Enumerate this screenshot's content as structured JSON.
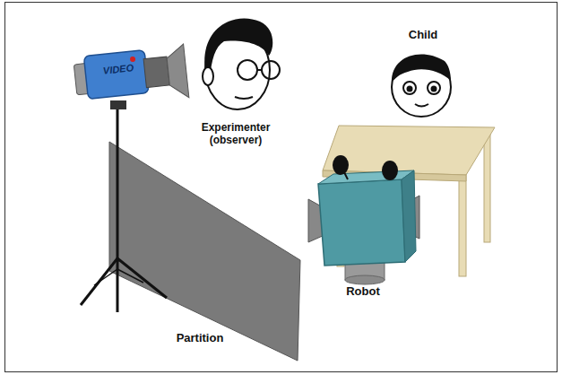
{
  "diagram": {
    "labels": [
      "Child",
      "VIDEO",
      "Experimenter (observer)",
      "Robot",
      "Partition"
    ]
  }
}
